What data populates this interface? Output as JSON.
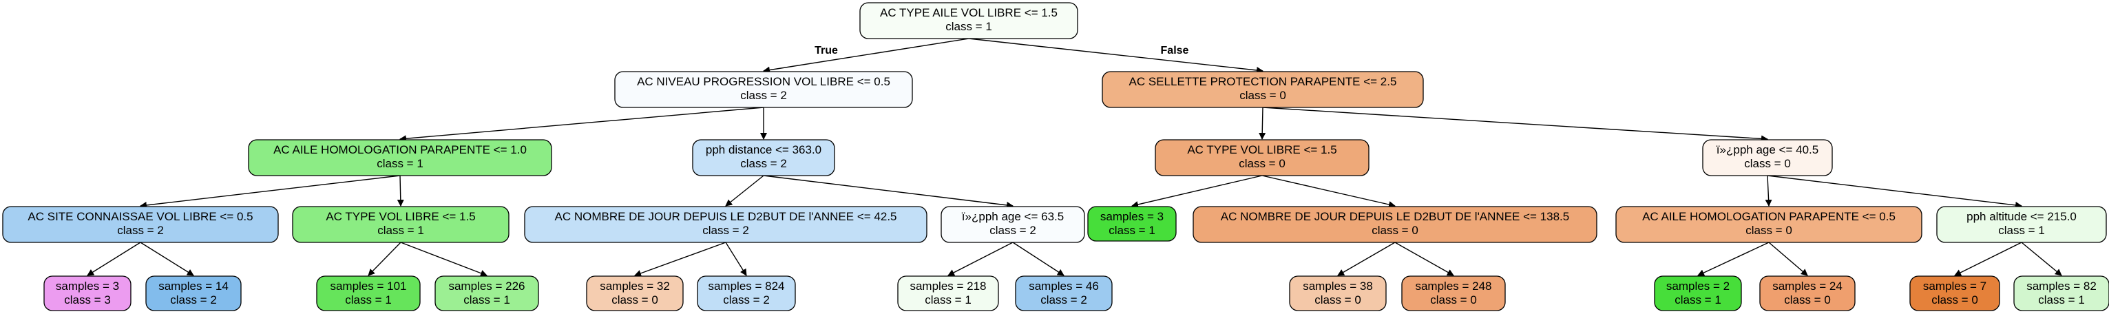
{
  "diagram": {
    "type": "decision-tree",
    "branch_labels": {
      "true": "True",
      "false": "False"
    },
    "nodes": [
      {
        "id": "n0",
        "lines": [
          "AC TYPE AILE VOL LIBRE <= 1.5",
          "class = 1"
        ],
        "fill": "#f7fdf6"
      },
      {
        "id": "n1",
        "lines": [
          "AC NIVEAU PROGRESSION VOL LIBRE <= 0.5",
          "class = 2"
        ],
        "fill": "#f8fbfe"
      },
      {
        "id": "n2",
        "lines": [
          "AC AILE HOMOLOGATION PARAPENTE <= 1.0",
          "class = 1"
        ],
        "fill": "#8cec85"
      },
      {
        "id": "n3",
        "lines": [
          "AC SITE CONNAISSAE VOL LIBRE <= 0.5",
          "class = 2"
        ],
        "fill": "#a5cff2"
      },
      {
        "id": "n4",
        "lines": [
          "samples = 3",
          "class = 3"
        ],
        "fill": "#ec9cf0"
      },
      {
        "id": "n5",
        "lines": [
          "samples = 14",
          "class = 2"
        ],
        "fill": "#82bcec"
      },
      {
        "id": "n6",
        "lines": [
          "AC TYPE VOL LIBRE <= 1.5",
          "class = 1"
        ],
        "fill": "#8bec83"
      },
      {
        "id": "n7",
        "lines": [
          "samples = 101",
          "class = 1"
        ],
        "fill": "#66e45b"
      },
      {
        "id": "n8",
        "lines": [
          "samples = 226",
          "class = 1"
        ],
        "fill": "#9cef93"
      },
      {
        "id": "n9",
        "lines": [
          "pph distance <= 363.0",
          "class = 2"
        ],
        "fill": "#c6e1f8"
      },
      {
        "id": "n10",
        "lines": [
          "AC NOMBRE DE JOUR DEPUIS LE D2BUT DE l'ANNEE <= 42.5",
          "class = 2"
        ],
        "fill": "#c2dff7"
      },
      {
        "id": "n11",
        "lines": [
          "samples = 32",
          "class = 0"
        ],
        "fill": "#f5cdb0"
      },
      {
        "id": "n12",
        "lines": [
          "samples = 824",
          "class = 2"
        ],
        "fill": "#c0def7"
      },
      {
        "id": "n13",
        "lines": [
          "ï»¿pph age <= 63.5",
          "class = 2"
        ],
        "fill": "#f9fcfe"
      },
      {
        "id": "n14",
        "lines": [
          "samples = 218",
          "class = 1"
        ],
        "fill": "#f2fcf1"
      },
      {
        "id": "n15",
        "lines": [
          "samples = 46",
          "class = 2"
        ],
        "fill": "#9ccaf0"
      },
      {
        "id": "n16",
        "lines": [
          "AC SELLETTE PROTECTION PARAPENTE <= 2.5",
          "class = 0"
        ],
        "fill": "#f0b285"
      },
      {
        "id": "n17",
        "lines": [
          "AC TYPE VOL LIBRE <= 1.5",
          "class = 0"
        ],
        "fill": "#eea979"
      },
      {
        "id": "n18",
        "lines": [
          "samples = 3",
          "class = 1"
        ],
        "fill": "#47de3a"
      },
      {
        "id": "n19",
        "lines": [
          "AC NOMBRE DE JOUR DEPUIS LE D2BUT DE l'ANNEE <= 138.5",
          "class = 0"
        ],
        "fill": "#eea777"
      },
      {
        "id": "n20",
        "lines": [
          "samples = 38",
          "class = 0"
        ],
        "fill": "#f4c8a8"
      },
      {
        "id": "n21",
        "lines": [
          "samples = 248",
          "class = 0"
        ],
        "fill": "#eea373"
      },
      {
        "id": "n22",
        "lines": [
          "ï»¿pph age <= 40.5",
          "class = 0"
        ],
        "fill": "#fdf3ec"
      },
      {
        "id": "n23",
        "lines": [
          "AC AILE HOMOLOGATION PARAPENTE <= 0.5",
          "class = 0"
        ],
        "fill": "#f1b083"
      },
      {
        "id": "n24",
        "lines": [
          "samples = 2",
          "class = 1"
        ],
        "fill": "#47de3a"
      },
      {
        "id": "n25",
        "lines": [
          "samples = 24",
          "class = 0"
        ],
        "fill": "#ef9f6e"
      },
      {
        "id": "n26",
        "lines": [
          "pph altitude <= 215.0",
          "class = 1"
        ],
        "fill": "#eafbe8"
      },
      {
        "id": "n27",
        "lines": [
          "samples = 7",
          "class = 0"
        ],
        "fill": "#e5813a"
      },
      {
        "id": "n28",
        "lines": [
          "samples = 82",
          "class = 1"
        ],
        "fill": "#d2f6ce"
      }
    ],
    "edges": [
      {
        "from": "n0",
        "to": "n1",
        "label": "True"
      },
      {
        "from": "n0",
        "to": "n16",
        "label": "False"
      },
      {
        "from": "n1",
        "to": "n2"
      },
      {
        "from": "n1",
        "to": "n9"
      },
      {
        "from": "n2",
        "to": "n3"
      },
      {
        "from": "n2",
        "to": "n6"
      },
      {
        "from": "n3",
        "to": "n4"
      },
      {
        "from": "n3",
        "to": "n5"
      },
      {
        "from": "n6",
        "to": "n7"
      },
      {
        "from": "n6",
        "to": "n8"
      },
      {
        "from": "n9",
        "to": "n10"
      },
      {
        "from": "n9",
        "to": "n13"
      },
      {
        "from": "n10",
        "to": "n11"
      },
      {
        "from": "n10",
        "to": "n12"
      },
      {
        "from": "n13",
        "to": "n14"
      },
      {
        "from": "n13",
        "to": "n15"
      },
      {
        "from": "n16",
        "to": "n17"
      },
      {
        "from": "n16",
        "to": "n22"
      },
      {
        "from": "n17",
        "to": "n18"
      },
      {
        "from": "n17",
        "to": "n19"
      },
      {
        "from": "n19",
        "to": "n20"
      },
      {
        "from": "n19",
        "to": "n21"
      },
      {
        "from": "n22",
        "to": "n23"
      },
      {
        "from": "n22",
        "to": "n26"
      },
      {
        "from": "n23",
        "to": "n24"
      },
      {
        "from": "n23",
        "to": "n25"
      },
      {
        "from": "n26",
        "to": "n27"
      },
      {
        "from": "n26",
        "to": "n28"
      }
    ]
  }
}
